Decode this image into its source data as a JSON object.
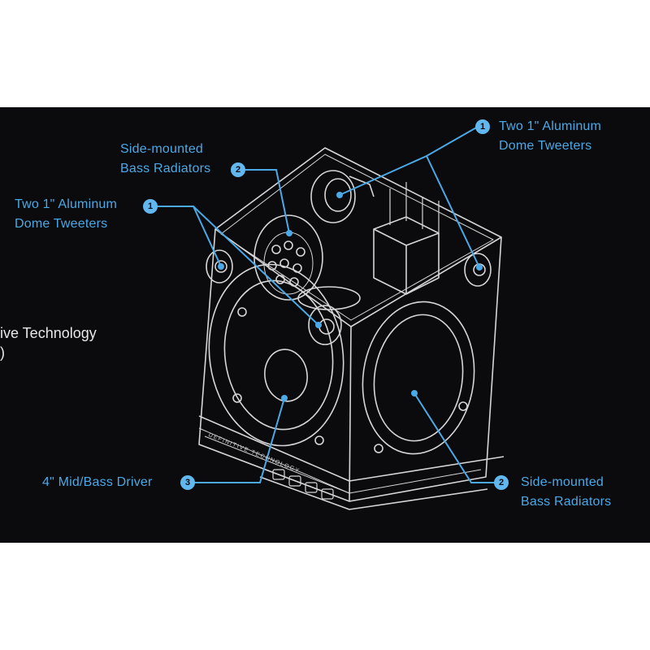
{
  "callouts": [
    {
      "number": "1",
      "lines": [
        "Two 1\" Aluminum",
        "Dome Tweeters"
      ]
    },
    {
      "number": "2",
      "lines": [
        "Side-mounted",
        "Bass Radiators"
      ]
    },
    {
      "number": "1",
      "lines": [
        "Two 1\" Aluminum",
        "Dome Tweeters"
      ]
    },
    {
      "number": "3",
      "lines": [
        "4\" Mid/Bass Driver"
      ]
    },
    {
      "number": "2",
      "lines": [
        "Side-mounted",
        "Bass Radiators"
      ]
    }
  ],
  "brand_text": [
    "ive Technology",
    ")"
  ],
  "base_text": "DEFINITIVE TECHNOLOGY",
  "colors": {
    "background": "#0b0a0c",
    "accent": "#4aa9e6",
    "line_art": "#d9d9d9"
  }
}
